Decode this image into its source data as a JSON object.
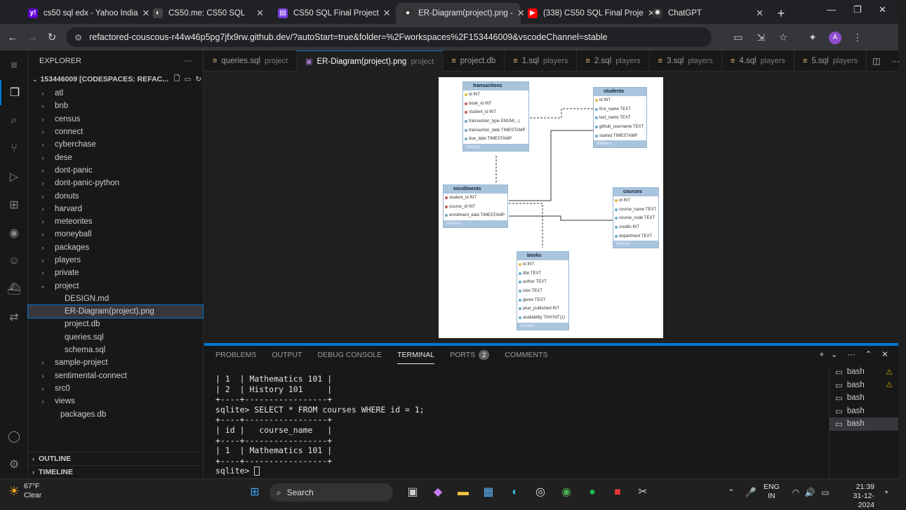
{
  "browser": {
    "tabs": [
      {
        "title": "cs50 sql edx - Yahoo India",
        "fav": "y!",
        "color": "#6001d2"
      },
      {
        "title": "CS50.me: CS50 SQL",
        "fav": "◐",
        "color": "#444"
      },
      {
        "title": "CS50 SQL Final Project",
        "fav": "▤",
        "color": "#7b3fe4"
      },
      {
        "title": "ER-Diagram(project).png -",
        "fav": "●",
        "color": "#333"
      },
      {
        "title": "(338) CS50 SQL Final Proje",
        "fav": "▶",
        "color": "#ff0000"
      },
      {
        "title": "ChatGPT",
        "fav": "✺",
        "color": "#333"
      }
    ],
    "url": "refactored-couscous-r44w46p5pg7jfx9rw.github.dev/?autoStart=true&folder=%2Fworkspaces%2F153446009&vscodeChannel=stable",
    "avatar": "A"
  },
  "explorer": {
    "title": "EXPLORER",
    "workspace": "153446009 [CODESPACES: REFAC...",
    "items": [
      {
        "label": "atl",
        "type": "folder"
      },
      {
        "label": "bnb",
        "type": "folder"
      },
      {
        "label": "census",
        "type": "folder"
      },
      {
        "label": "connect",
        "type": "folder"
      },
      {
        "label": "cyberchase",
        "type": "folder"
      },
      {
        "label": "dese",
        "type": "folder"
      },
      {
        "label": "dont-panic",
        "type": "folder"
      },
      {
        "label": "dont-panic-python",
        "type": "folder"
      },
      {
        "label": "donuts",
        "type": "folder"
      },
      {
        "label": "harvard",
        "type": "folder"
      },
      {
        "label": "meteorites",
        "type": "folder"
      },
      {
        "label": "moneyball",
        "type": "folder"
      },
      {
        "label": "packages",
        "type": "folder"
      },
      {
        "label": "players",
        "type": "folder"
      },
      {
        "label": "private",
        "type": "folder"
      },
      {
        "label": "project",
        "type": "open"
      },
      {
        "label": "DESIGN.md",
        "type": "file"
      },
      {
        "label": "ER-Diagram(project).png",
        "type": "file",
        "selected": true
      },
      {
        "label": "project.db",
        "type": "file"
      },
      {
        "label": "queries.sql",
        "type": "file"
      },
      {
        "label": "schema.sql",
        "type": "file"
      },
      {
        "label": "sample-project",
        "type": "folder"
      },
      {
        "label": "sentimental-connect",
        "type": "folder"
      },
      {
        "label": "src0",
        "type": "folder"
      },
      {
        "label": "views",
        "type": "folder"
      },
      {
        "label": "packages.db",
        "type": "rootfile"
      }
    ],
    "outline": "OUTLINE",
    "timeline": "TIMELINE"
  },
  "editor_tabs": [
    {
      "name": "queries.sql",
      "sub": "project",
      "icon": "≡",
      "iconColor": "#e5c07b"
    },
    {
      "name": "ER-Diagram(project).png",
      "sub": "project",
      "icon": "▣",
      "iconColor": "#a074c4",
      "active": true
    },
    {
      "name": "project.db",
      "sub": "",
      "icon": "≡",
      "iconColor": "#e5c07b"
    },
    {
      "name": "1.sql",
      "sub": "players",
      "icon": "≡",
      "iconColor": "#e5c07b"
    },
    {
      "name": "2.sql",
      "sub": "players",
      "icon": "≡",
      "iconColor": "#e5c07b"
    },
    {
      "name": "3.sql",
      "sub": "players",
      "icon": "≡",
      "iconColor": "#e5c07b"
    },
    {
      "name": "4.sql",
      "sub": "players",
      "icon": "≡",
      "iconColor": "#e5c07b"
    },
    {
      "name": "5.sql",
      "sub": "players",
      "icon": "≡",
      "iconColor": "#e5c07b"
    }
  ],
  "er_diagram": {
    "indexes_label": "Indexes",
    "tables": [
      {
        "name": "transactions",
        "cols": [
          {
            "n": "id INT",
            "k": "pk"
          },
          {
            "n": "book_id INT",
            "k": "fk"
          },
          {
            "n": "student_id INT",
            "k": "fk"
          },
          {
            "n": "transaction_type ENUM(...)",
            "k": ""
          },
          {
            "n": "transaction_date TIMESTAMP",
            "k": ""
          },
          {
            "n": "due_date TIMESTAMP",
            "k": ""
          }
        ]
      },
      {
        "name": "students",
        "cols": [
          {
            "n": "id INT",
            "k": "pk"
          },
          {
            "n": "first_name TEXT",
            "k": ""
          },
          {
            "n": "last_name TEXT",
            "k": ""
          },
          {
            "n": "github_username TEXT",
            "k": ""
          },
          {
            "n": "started TIMESTAMP",
            "k": ""
          }
        ]
      },
      {
        "name": "enrollments",
        "cols": [
          {
            "n": "student_id INT",
            "k": "fk"
          },
          {
            "n": "course_id INT",
            "k": "fk"
          },
          {
            "n": "enrollment_date TIMESTAMP",
            "k": ""
          }
        ]
      },
      {
        "name": "courses",
        "cols": [
          {
            "n": "id INT",
            "k": "pk"
          },
          {
            "n": "course_name TEXT",
            "k": ""
          },
          {
            "n": "course_code TEXT",
            "k": ""
          },
          {
            "n": "credits INT",
            "k": ""
          },
          {
            "n": "department TEXT",
            "k": ""
          }
        ]
      },
      {
        "name": "books",
        "cols": [
          {
            "n": "id INT",
            "k": "pk"
          },
          {
            "n": "title TEXT",
            "k": ""
          },
          {
            "n": "author TEXT",
            "k": ""
          },
          {
            "n": "isbn TEXT",
            "k": ""
          },
          {
            "n": "genre TEXT",
            "k": ""
          },
          {
            "n": "year_published INT",
            "k": ""
          },
          {
            "n": "availability TINYINT(1)",
            "k": ""
          }
        ]
      }
    ]
  },
  "panel": {
    "tabs": [
      {
        "label": "PROBLEMS"
      },
      {
        "label": "OUTPUT"
      },
      {
        "label": "DEBUG CONSOLE"
      },
      {
        "label": "TERMINAL",
        "active": true
      },
      {
        "label": "PORTS",
        "badge": "2"
      },
      {
        "label": "COMMENTS"
      }
    ],
    "terminal_lines": [
      "| 1  | Mathematics 101 |",
      "| 2  | History 101     |",
      "+----+-----------------+",
      "sqlite> SELECT * FROM courses WHERE id = 1;",
      "+----+-----------------+",
      "| id |   course_name   |",
      "+----+-----------------+",
      "| 1  | Mathematics 101 |",
      "+----+-----------------+",
      "sqlite> "
    ],
    "terminals": [
      {
        "label": "bash",
        "warn": true
      },
      {
        "label": "bash",
        "warn": true
      },
      {
        "label": "bash"
      },
      {
        "label": "bash"
      },
      {
        "label": "bash",
        "selected": true
      }
    ]
  },
  "taskbar": {
    "weather_temp": "67°F",
    "weather_desc": "Clear",
    "search_label": "Search",
    "lang1": "ENG",
    "lang2": "IN",
    "time": "21:39",
    "date": "31-12-2024"
  }
}
